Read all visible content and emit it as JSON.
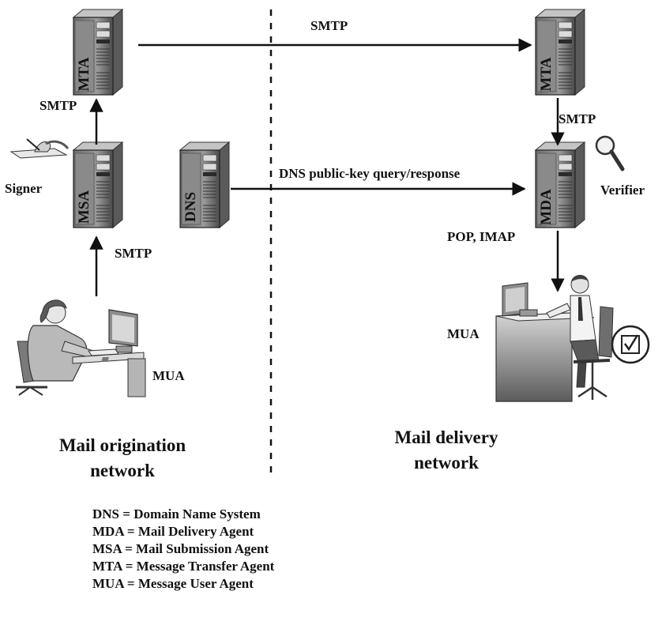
{
  "servers": {
    "mta_left": "MTA",
    "msa": "MSA",
    "dns": "DNS",
    "mta_right": "MTA",
    "mda": "MDA"
  },
  "arrows": {
    "smtp_top": "SMTP",
    "smtp_left_upper": "SMTP",
    "smtp_left_lower": "SMTP",
    "smtp_right": "SMTP",
    "dns_query": "DNS public-key query/response",
    "pop_imap": "POP, IMAP"
  },
  "roles": {
    "signer": "Signer",
    "verifier": "Verifier",
    "mua_left": "MUA",
    "mua_right": "MUA"
  },
  "networks": {
    "origination": [
      "Mail origination",
      "network"
    ],
    "delivery": [
      "Mail delivery",
      "network"
    ]
  },
  "legend": [
    "DNS = Domain Name System",
    "MDA = Mail Delivery Agent",
    "MSA = Mail Submission Agent",
    "MTA = Message Transfer Agent",
    "MUA = Message User Agent"
  ],
  "icons": {
    "server": "server-tower-icon",
    "signer": "signing-hand-icon",
    "verifier": "magnifier-icon",
    "user_left": "woman-at-computer-icon",
    "user_right": "man-at-computer-icon",
    "check": "checkbox-check-icon"
  }
}
